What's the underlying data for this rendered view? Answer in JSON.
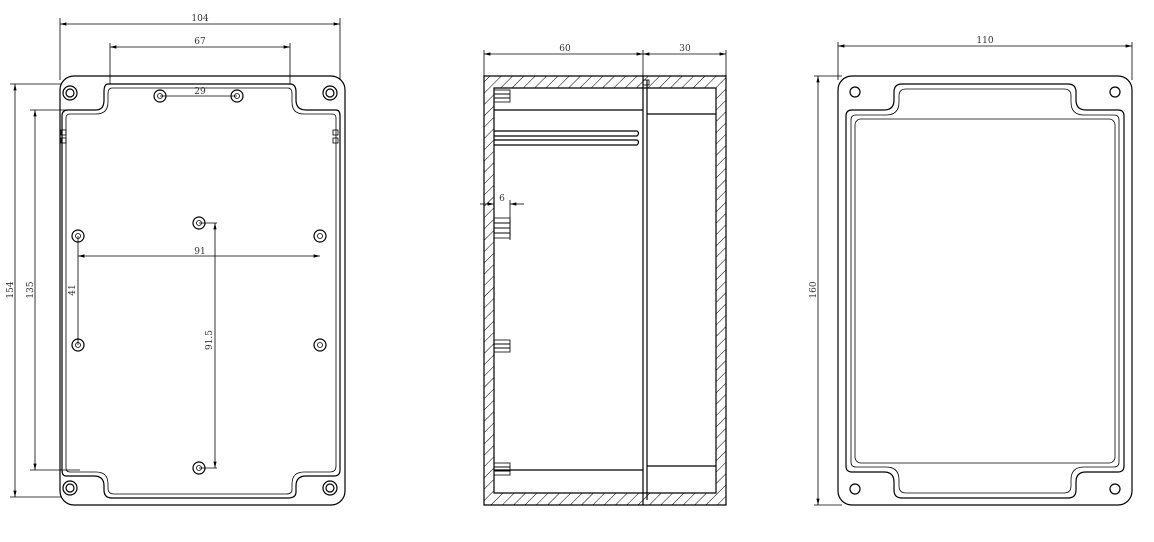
{
  "views": {
    "bottom_view": {
      "dimensions": {
        "width_overall": "104",
        "width_slot": "67",
        "top_hole_spacing": "29",
        "mid_hole_spacing_h": "91",
        "mid_hole_spacing_v": "41",
        "center_hole_spacing_v": "91.5",
        "height_overall": "154",
        "height_inner": "135"
      }
    },
    "side_section": {
      "dimensions": {
        "base_depth": "60",
        "lid_depth": "30",
        "rib_offset": "6"
      }
    },
    "top_view": {
      "dimensions": {
        "width_overall": "110",
        "height_overall": "160"
      }
    }
  }
}
